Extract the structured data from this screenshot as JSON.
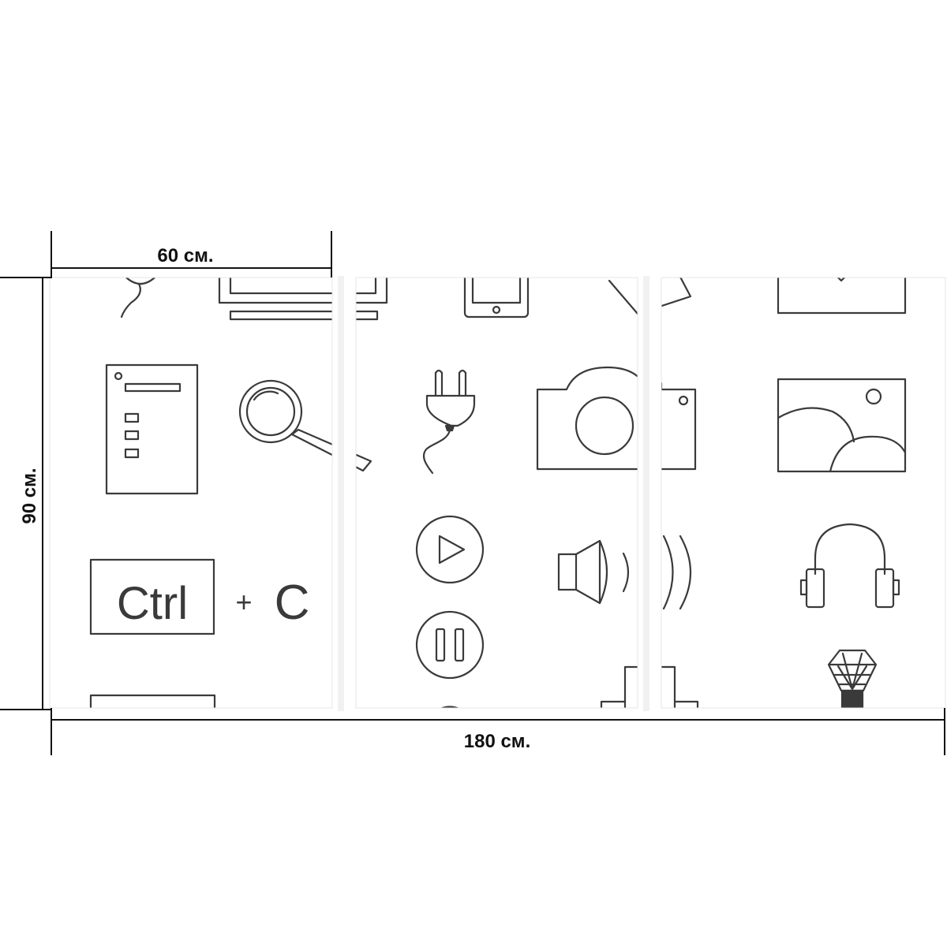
{
  "dimensions": {
    "panel_width": "60 см.",
    "height": "90 см.",
    "total_width": "180 см."
  },
  "panels": [
    {
      "name": "left-panel"
    },
    {
      "name": "middle-panel"
    },
    {
      "name": "right-panel"
    }
  ],
  "keyboard": {
    "key_label": "Ctrl",
    "plus": "+",
    "letter": "C"
  },
  "icons": [
    "balloon-icon",
    "monitor-icon",
    "tablet-icon",
    "tilted-card-icon",
    "laptop-icon",
    "document-list-icon",
    "magnifier-icon",
    "plug-icon",
    "camera-icon",
    "image-icon",
    "ctrl-c-shortcut-icon",
    "play-icon",
    "speaker-icon",
    "headphones-icon",
    "pause-icon",
    "tripod-icon",
    "light-bulb-icon",
    "keyboard-bar-icon"
  ],
  "colors": {
    "line": "#3a3a3a",
    "dimension_line": "#111111",
    "background": "#ffffff",
    "panel_gap": "#ffffff"
  }
}
